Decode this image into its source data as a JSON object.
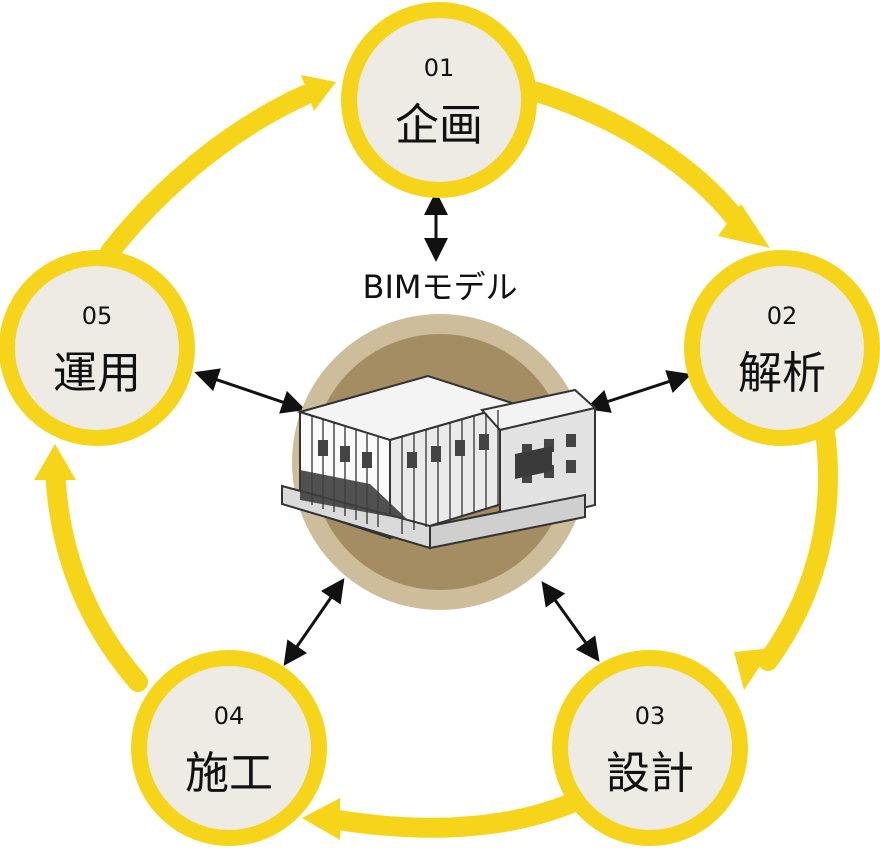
{
  "center": {
    "label": "BIMモデル"
  },
  "stages": [
    {
      "number": "01",
      "label": "企画"
    },
    {
      "number": "02",
      "label": "解析"
    },
    {
      "number": "03",
      "label": "設計"
    },
    {
      "number": "04",
      "label": "施工"
    },
    {
      "number": "05",
      "label": "運用"
    }
  ],
  "colors": {
    "cycle_yellow": "#F6D41A",
    "stage_fill": "#EEEBE4",
    "center_outer": "#CDBD9B",
    "center_inner": "#A48C63",
    "arrow_dark": "#111111"
  },
  "icons": {
    "cycle": "clockwise-cycle-arrow",
    "center_image": "building-model-illustration",
    "connector": "double-headed-arrow"
  }
}
